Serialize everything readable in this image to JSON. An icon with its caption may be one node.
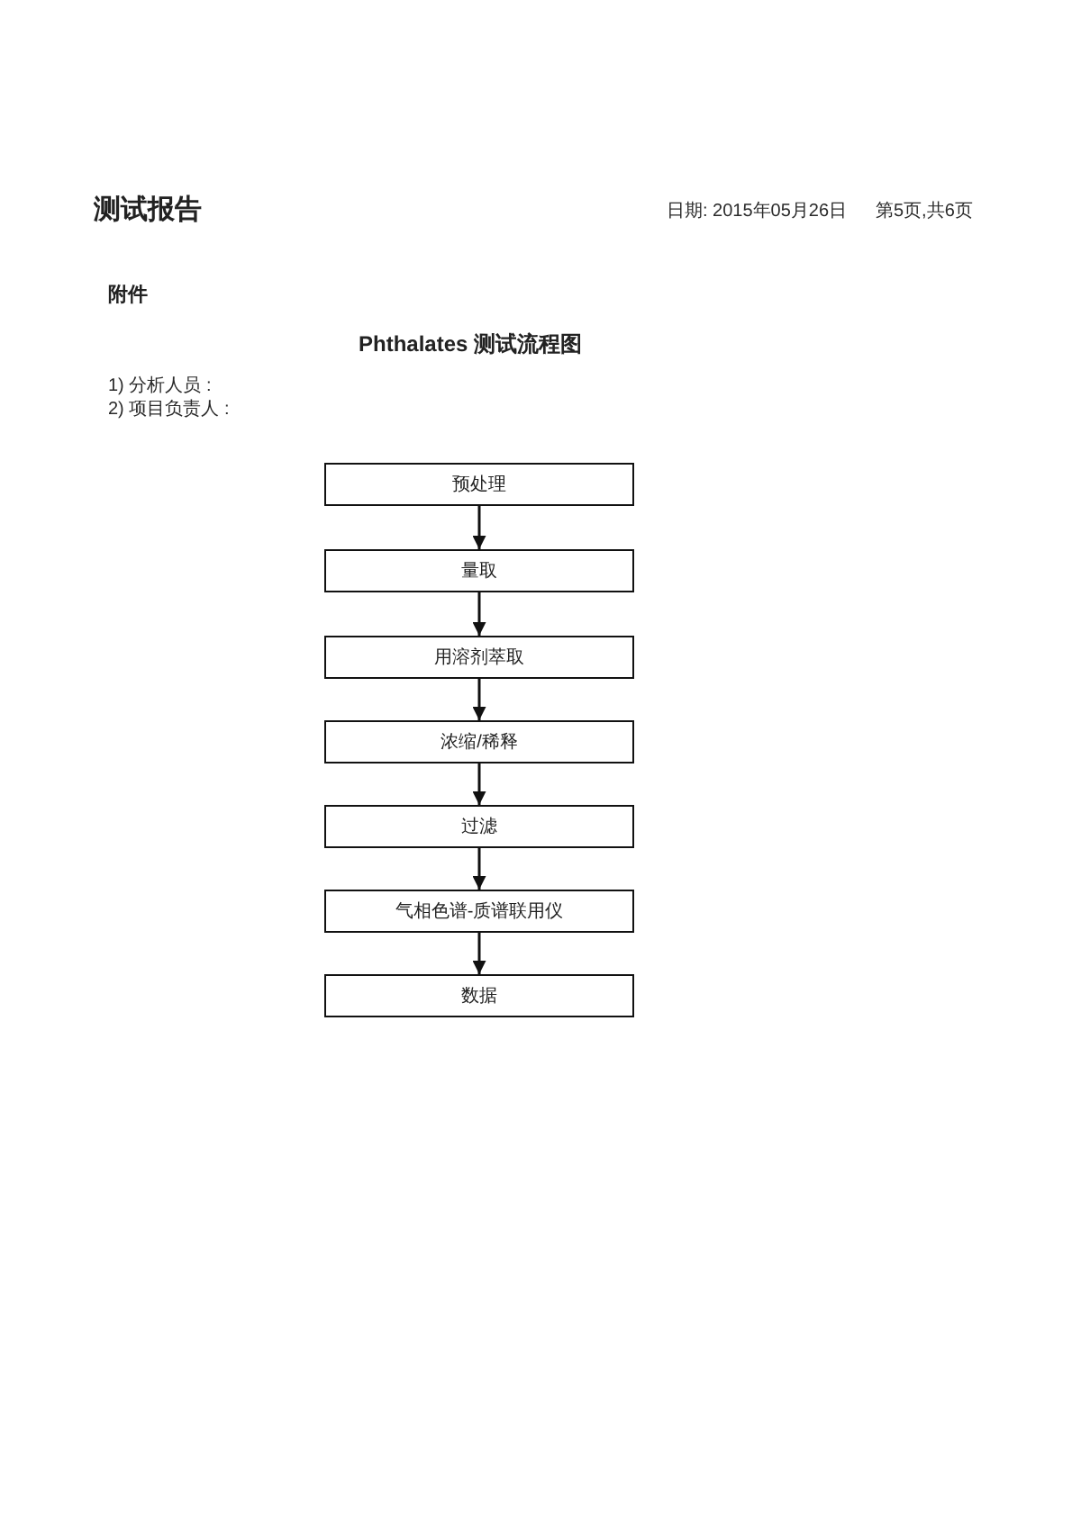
{
  "diagram": {
    "title": "Phthalates 测试流程图",
    "nodes": [
      {
        "text": [
          "预处理"
        ]
      },
      {
        "text": [
          "量取"
        ]
      },
      {
        "text": [
          "用溶剂萃取"
        ]
      },
      {
        "text": [
          "浓缩/稀释"
        ]
      },
      {
        "text": [
          "过滤"
        ]
      },
      {
        "text": [
          "气相色谱-质谱联用仪"
        ]
      },
      {
        "text": [
          "数据"
        ]
      }
    ],
    "edges": [
      {
        "from": 0,
        "to": 1,
        "arrow": "to"
      },
      {
        "from": 1,
        "to": 2,
        "arrow": "to"
      },
      {
        "from": 2,
        "to": 3,
        "arrow": "to"
      },
      {
        "from": 3,
        "to": 4,
        "arrow": "to"
      },
      {
        "from": 4,
        "to": 5,
        "arrow": "to"
      },
      {
        "from": 5,
        "to": 6,
        "arrow": "to"
      }
    ],
    "labels": [
      "测试报告",
      "日期: 2015年05月26日",
      "第5页,共6页",
      "附件",
      "1) 分析人员 :",
      "2) 项目负责人 :"
    ]
  }
}
